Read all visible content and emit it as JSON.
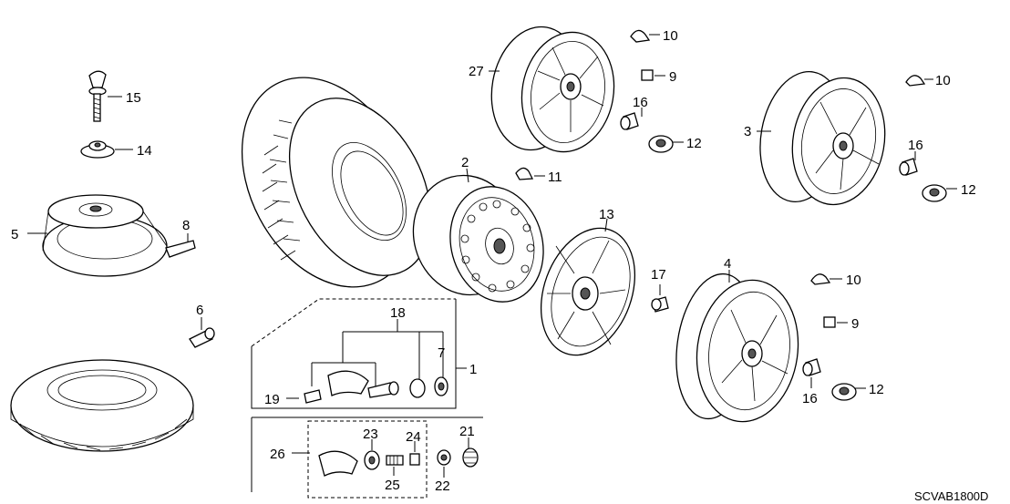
{
  "diagram": {
    "code": "SCVAB1800D",
    "callouts": {
      "c1": "1",
      "c2": "2",
      "c3": "3",
      "c4": "4",
      "c5": "5",
      "c6": "6",
      "c7": "7",
      "c8": "8",
      "c9a": "9",
      "c9b": "9",
      "c10a": "10",
      "c10b": "10",
      "c10c": "10",
      "c11": "11",
      "c12a": "12",
      "c12b": "12",
      "c12c": "12",
      "c13": "13",
      "c14": "14",
      "c15": "15",
      "c16a": "16",
      "c16b": "16",
      "c16c": "16",
      "c17": "17",
      "c18": "18",
      "c19": "19",
      "c21": "21",
      "c22": "22",
      "c23": "23",
      "c24": "24",
      "c25": "25",
      "c26": "26",
      "c27": "27"
    }
  }
}
